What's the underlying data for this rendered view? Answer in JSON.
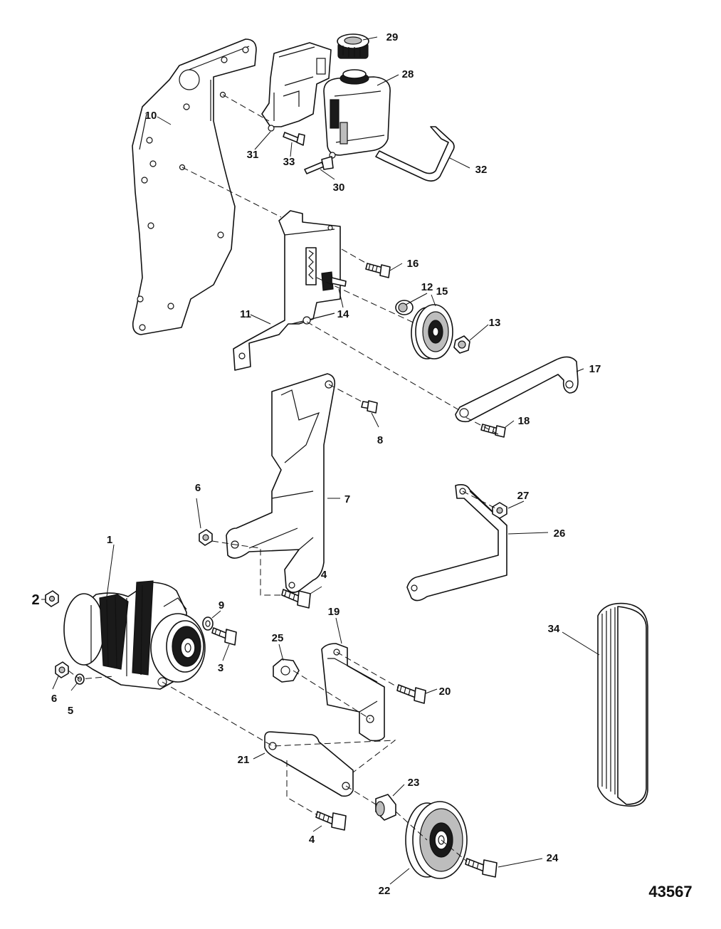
{
  "figure_number": "43567",
  "callouts": [
    {
      "id": "1",
      "text": "1"
    },
    {
      "id": "2",
      "text": "2"
    },
    {
      "id": "3",
      "text": "3"
    },
    {
      "id": "4a",
      "text": "4"
    },
    {
      "id": "4b",
      "text": "4"
    },
    {
      "id": "5",
      "text": "5"
    },
    {
      "id": "6a",
      "text": "6"
    },
    {
      "id": "6b",
      "text": "6"
    },
    {
      "id": "7",
      "text": "7"
    },
    {
      "id": "8",
      "text": "8"
    },
    {
      "id": "9",
      "text": "9"
    },
    {
      "id": "10",
      "text": "10"
    },
    {
      "id": "11",
      "text": "11"
    },
    {
      "id": "12",
      "text": "12"
    },
    {
      "id": "13",
      "text": "13"
    },
    {
      "id": "14",
      "text": "14"
    },
    {
      "id": "15",
      "text": "15"
    },
    {
      "id": "16",
      "text": "16"
    },
    {
      "id": "17",
      "text": "17"
    },
    {
      "id": "18",
      "text": "18"
    },
    {
      "id": "19",
      "text": "19"
    },
    {
      "id": "20",
      "text": "20"
    },
    {
      "id": "21",
      "text": "21"
    },
    {
      "id": "22",
      "text": "22"
    },
    {
      "id": "23",
      "text": "23"
    },
    {
      "id": "24",
      "text": "24"
    },
    {
      "id": "25",
      "text": "25"
    },
    {
      "id": "26",
      "text": "26"
    },
    {
      "id": "27",
      "text": "27"
    },
    {
      "id": "28",
      "text": "28"
    },
    {
      "id": "29",
      "text": "29"
    },
    {
      "id": "30",
      "text": "30"
    },
    {
      "id": "31",
      "text": "31"
    },
    {
      "id": "32",
      "text": "32"
    },
    {
      "id": "33",
      "text": "33"
    },
    {
      "id": "34",
      "text": "34"
    }
  ]
}
